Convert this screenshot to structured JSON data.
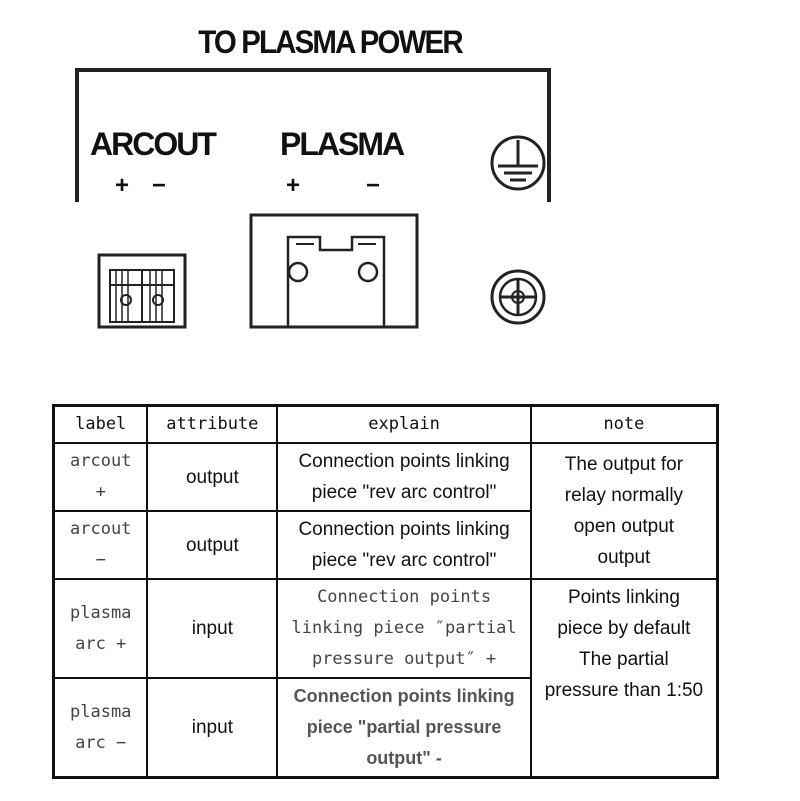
{
  "diagram": {
    "title": "TO PLASMA POWER",
    "arcout": {
      "label": "ARCOUT",
      "plus": "+",
      "minus": "−"
    },
    "plasma": {
      "label": "PLASMA",
      "plus": "+",
      "minus": "−"
    }
  },
  "table": {
    "headers": [
      "label",
      "attribute",
      "explain",
      "note"
    ],
    "rows": [
      {
        "label_line1": "arcout",
        "label_line2": "+",
        "attribute": "output",
        "explain_line1": "Connection points linking",
        "explain_line2": "piece \"rev arc control\""
      },
      {
        "label_line1": "arcout",
        "label_line2": "−",
        "attribute": "output",
        "explain_line1": "Connection points linking",
        "explain_line2": "piece \"rev arc control\""
      },
      {
        "label_line1": "plasma",
        "label_line2": "arc +",
        "attribute": "input",
        "explain_line1": "Connection points",
        "explain_line2": "linking piece ″partial",
        "explain_line3": "pressure output″ +"
      },
      {
        "label_line1": "plasma",
        "label_line2": "arc −",
        "attribute": "input",
        "explain_line1": "Connection points linking",
        "explain_line2": "piece \"partial pressure",
        "explain_line3": "output\" -"
      }
    ],
    "note_output": [
      "The output for",
      "relay normally",
      "open output",
      "output"
    ],
    "note_input": [
      "Points linking",
      "piece by default",
      "The partial",
      "pressure than 1:50"
    ]
  }
}
